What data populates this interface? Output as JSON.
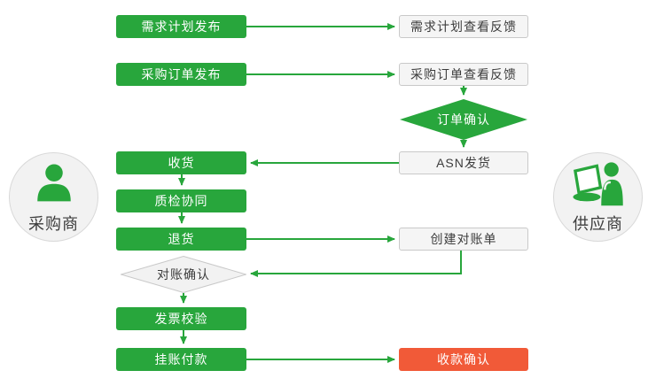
{
  "colors": {
    "green": "#28A63C",
    "red": "#F15A38",
    "box-border": "#C9C9C9",
    "box-fill": "#F5F5F5",
    "circle-fill": "#F2F2F2",
    "circle-border": "#D9D9D9",
    "text-dark": "#3C3C3C",
    "text-light": "#FFFFFF"
  },
  "actors": {
    "buyer": {
      "label": "采购商",
      "icon": "person-icon"
    },
    "supplier": {
      "label": "供应商",
      "icon": "person-laptop-icon"
    }
  },
  "nodes": {
    "demand_plan_publish": {
      "label": "需求计划发布",
      "type": "process"
    },
    "demand_plan_feedback": {
      "label": "需求计划查看反馈",
      "type": "document"
    },
    "po_publish": {
      "label": "采购订单发布",
      "type": "process"
    },
    "po_feedback": {
      "label": "采购订单查看反馈",
      "type": "document"
    },
    "order_confirm": {
      "label": "订单确认",
      "type": "decision-green"
    },
    "asn_ship": {
      "label": "ASN发货",
      "type": "document"
    },
    "receive": {
      "label": "收货",
      "type": "process"
    },
    "quality_check": {
      "label": "质检协同",
      "type": "process"
    },
    "returns": {
      "label": "退货",
      "type": "process"
    },
    "create_statement": {
      "label": "创建对账单",
      "type": "document"
    },
    "statement_confirm": {
      "label": "对账确认",
      "type": "decision-gray"
    },
    "invoice_check": {
      "label": "发票校验",
      "type": "process"
    },
    "payment": {
      "label": "挂账付款",
      "type": "process"
    },
    "receipt_confirm": {
      "label": "收款确认",
      "type": "alert"
    }
  }
}
